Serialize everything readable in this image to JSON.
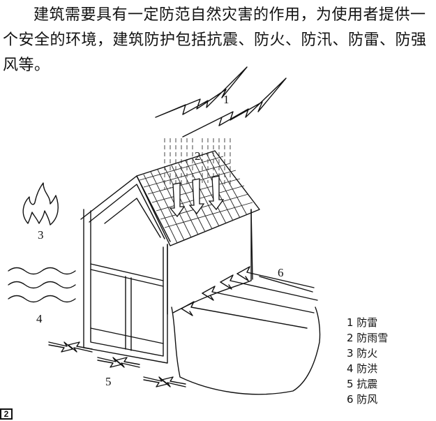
{
  "paragraph": "建筑需要具有一定防范自然灾害的作用，为使用者提供一个安全的环境，建筑防护包括抗震、防火、防汛、防雷、防强风等。",
  "labels": {
    "l1": "1",
    "l2": "2",
    "l3": "3",
    "l4": "4",
    "l5": "5",
    "l6": "6"
  },
  "legend": [
    "1 防雷",
    "2 防雨雪",
    "3 防火",
    "4 防洪",
    "5 抗震",
    "6 防风"
  ],
  "corner_mark": "2"
}
